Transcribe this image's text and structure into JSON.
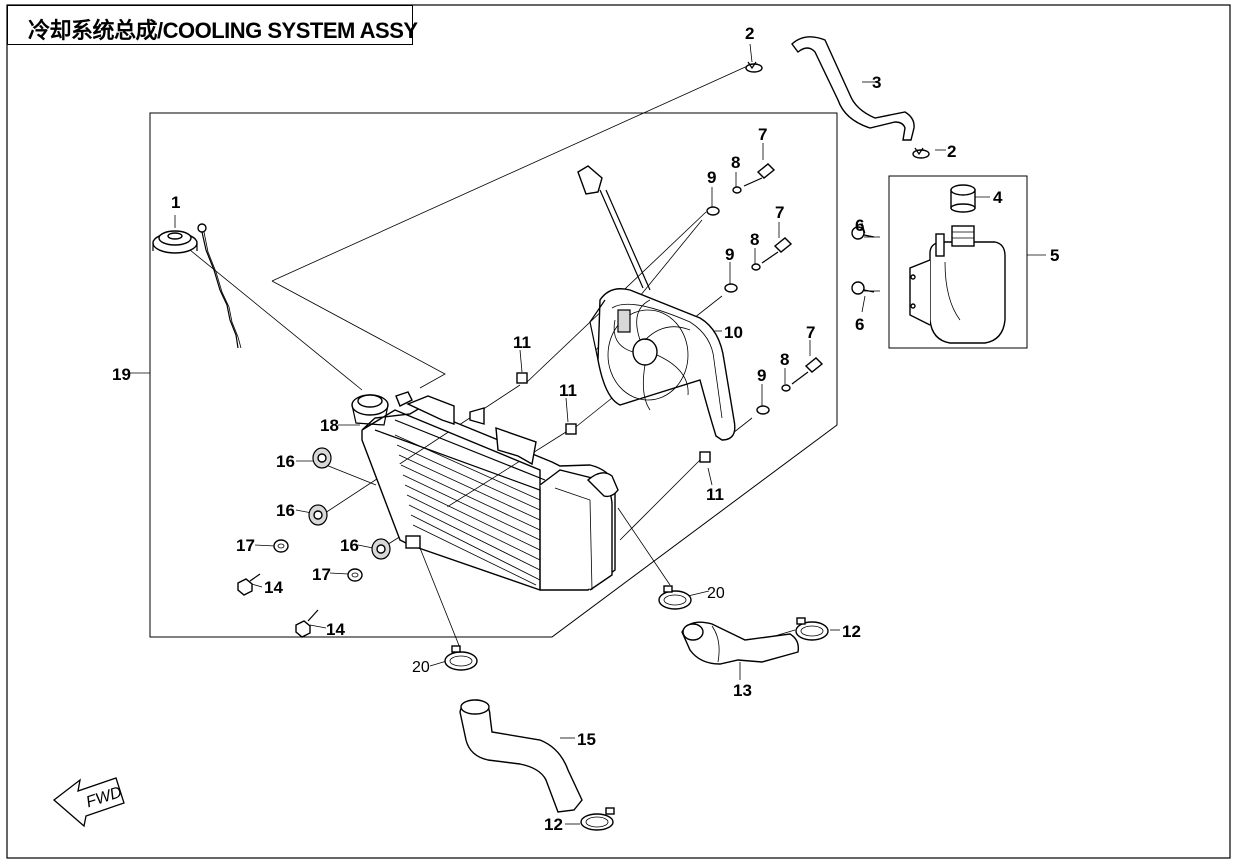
{
  "title": "冷却系统总成/COOLING SYSTEM ASSY",
  "fwd_label": "FWD",
  "callouts": [
    "1",
    "2",
    "3",
    "4",
    "5",
    "6",
    "7",
    "8",
    "9",
    "10",
    "11",
    "12",
    "13",
    "14",
    "15",
    "16",
    "17",
    "18",
    "19",
    "20"
  ]
}
